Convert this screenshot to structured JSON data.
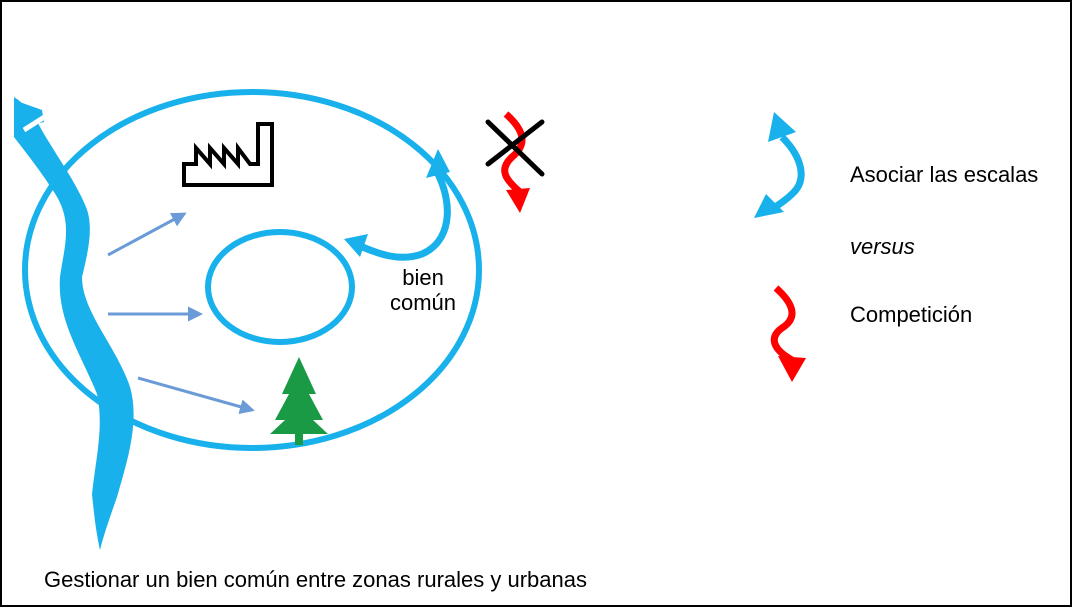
{
  "diagram": {
    "center_label": {
      "line1": "bien",
      "line2": "común"
    },
    "caption": "Gestionar un bien común entre zonas rurales y urbanas",
    "legend": {
      "associate": "Asociar las escalas",
      "versus": "versus",
      "competition": "Competición"
    },
    "icons": {
      "factory": "factory-icon",
      "tree": "tree-icon",
      "river": "river-shape",
      "associate_arrow": "double-curved-arrow-icon",
      "competition_arrow": "zigzag-arrow-icon",
      "cross": "cross-icon"
    },
    "colors": {
      "river": "#19B1EB",
      "circle": "#19B1EB",
      "flow_arrow": "#6A9BD6",
      "tree": "#1A9A45",
      "competition": "#FF0000",
      "text": "#000000",
      "border": "#000000"
    }
  }
}
